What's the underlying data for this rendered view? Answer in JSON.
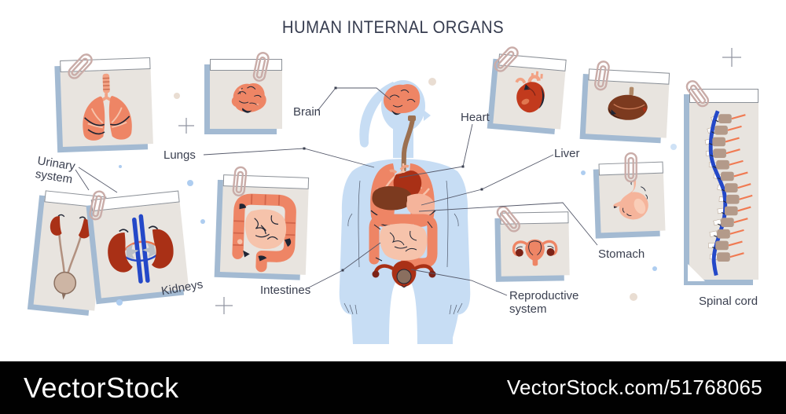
{
  "title": "HUMAN INTERNAL ORGANS",
  "cards": {
    "lungs": {
      "label": "Lungs"
    },
    "urinary": {
      "label": "Urinary system"
    },
    "kidneys": {
      "label": "Kidneys"
    },
    "brain": {
      "label": "Brain"
    },
    "intestines": {
      "label": "Intestines"
    },
    "heart": {
      "label": "Heart"
    },
    "liver": {
      "label": "Liver"
    },
    "stomach": {
      "label": "Stomach"
    },
    "reproductive": {
      "label": "Reproductive system"
    },
    "spinal": {
      "label": "Spinal cord"
    }
  },
  "watermark": {
    "brand": "VectorStock",
    "credit": "VectorStock.com/51768065"
  },
  "icons": {
    "paperclip": "paperclip-icon",
    "plus": "plus-decoration-icon",
    "dot": "dot-decoration-icon"
  },
  "palette": {
    "card_bg": "#e8e4df",
    "card_shadow": "#a3bad2",
    "paperclip": "#c9aca8",
    "body_blue": "#c7ddf4",
    "organ_salmon": "#ee8565",
    "organ_salmon_light": "#f6c3ab",
    "organ_dark_red": "#a93016",
    "organ_brown": "#7c3a1f",
    "vessel_blue": "#2448c8",
    "nerve_orange": "#f07a52",
    "ink_navy": "#1f2534",
    "label_text": "#3b4050",
    "connector_line": "#55596a",
    "watermark_bg": "#010101",
    "watermark_text": "#ffffff"
  }
}
